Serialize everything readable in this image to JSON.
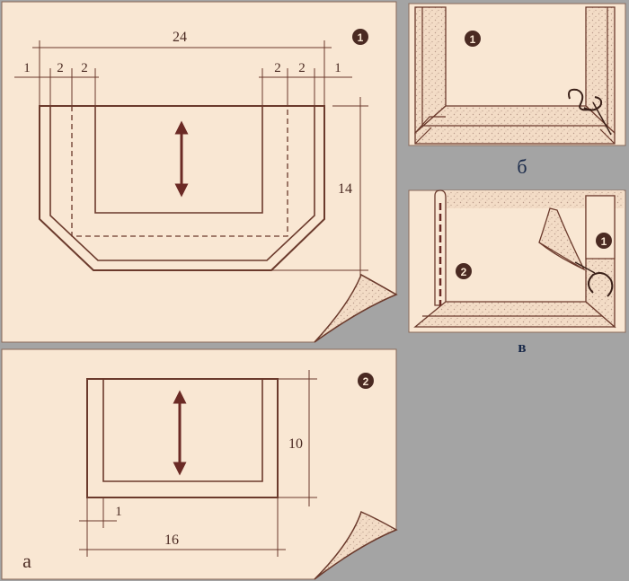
{
  "colors": {
    "background": "#a4a4a4",
    "paper": "#f9e7d3",
    "line": "#6b3a2c",
    "arrow": "#6b2a25",
    "label": "#4a2a22",
    "caption": "#1a2a4a",
    "stipple": "#b99a8a"
  },
  "panel_a": {
    "part1": {
      "marker": "1",
      "dim_width": "24",
      "dim_top_left": [
        "1",
        "2",
        "2"
      ],
      "dim_top_right": [
        "2",
        "2",
        "1"
      ],
      "dim_height": "14"
    },
    "part2": {
      "marker": "2",
      "dim_height": "10",
      "dim_small": "1",
      "dim_width": "16"
    },
    "caption": "а"
  },
  "panel_b": {
    "marker": "1",
    "caption": "б"
  },
  "panel_v": {
    "marker_1": "1",
    "marker_2": "2",
    "caption": "в"
  },
  "icons": {
    "arrow": "double-headed-grain-arrow-icon",
    "marker": "circled-number-icon",
    "page_curl": "page-curl-icon",
    "needle": "needle-and-thread-icon"
  }
}
